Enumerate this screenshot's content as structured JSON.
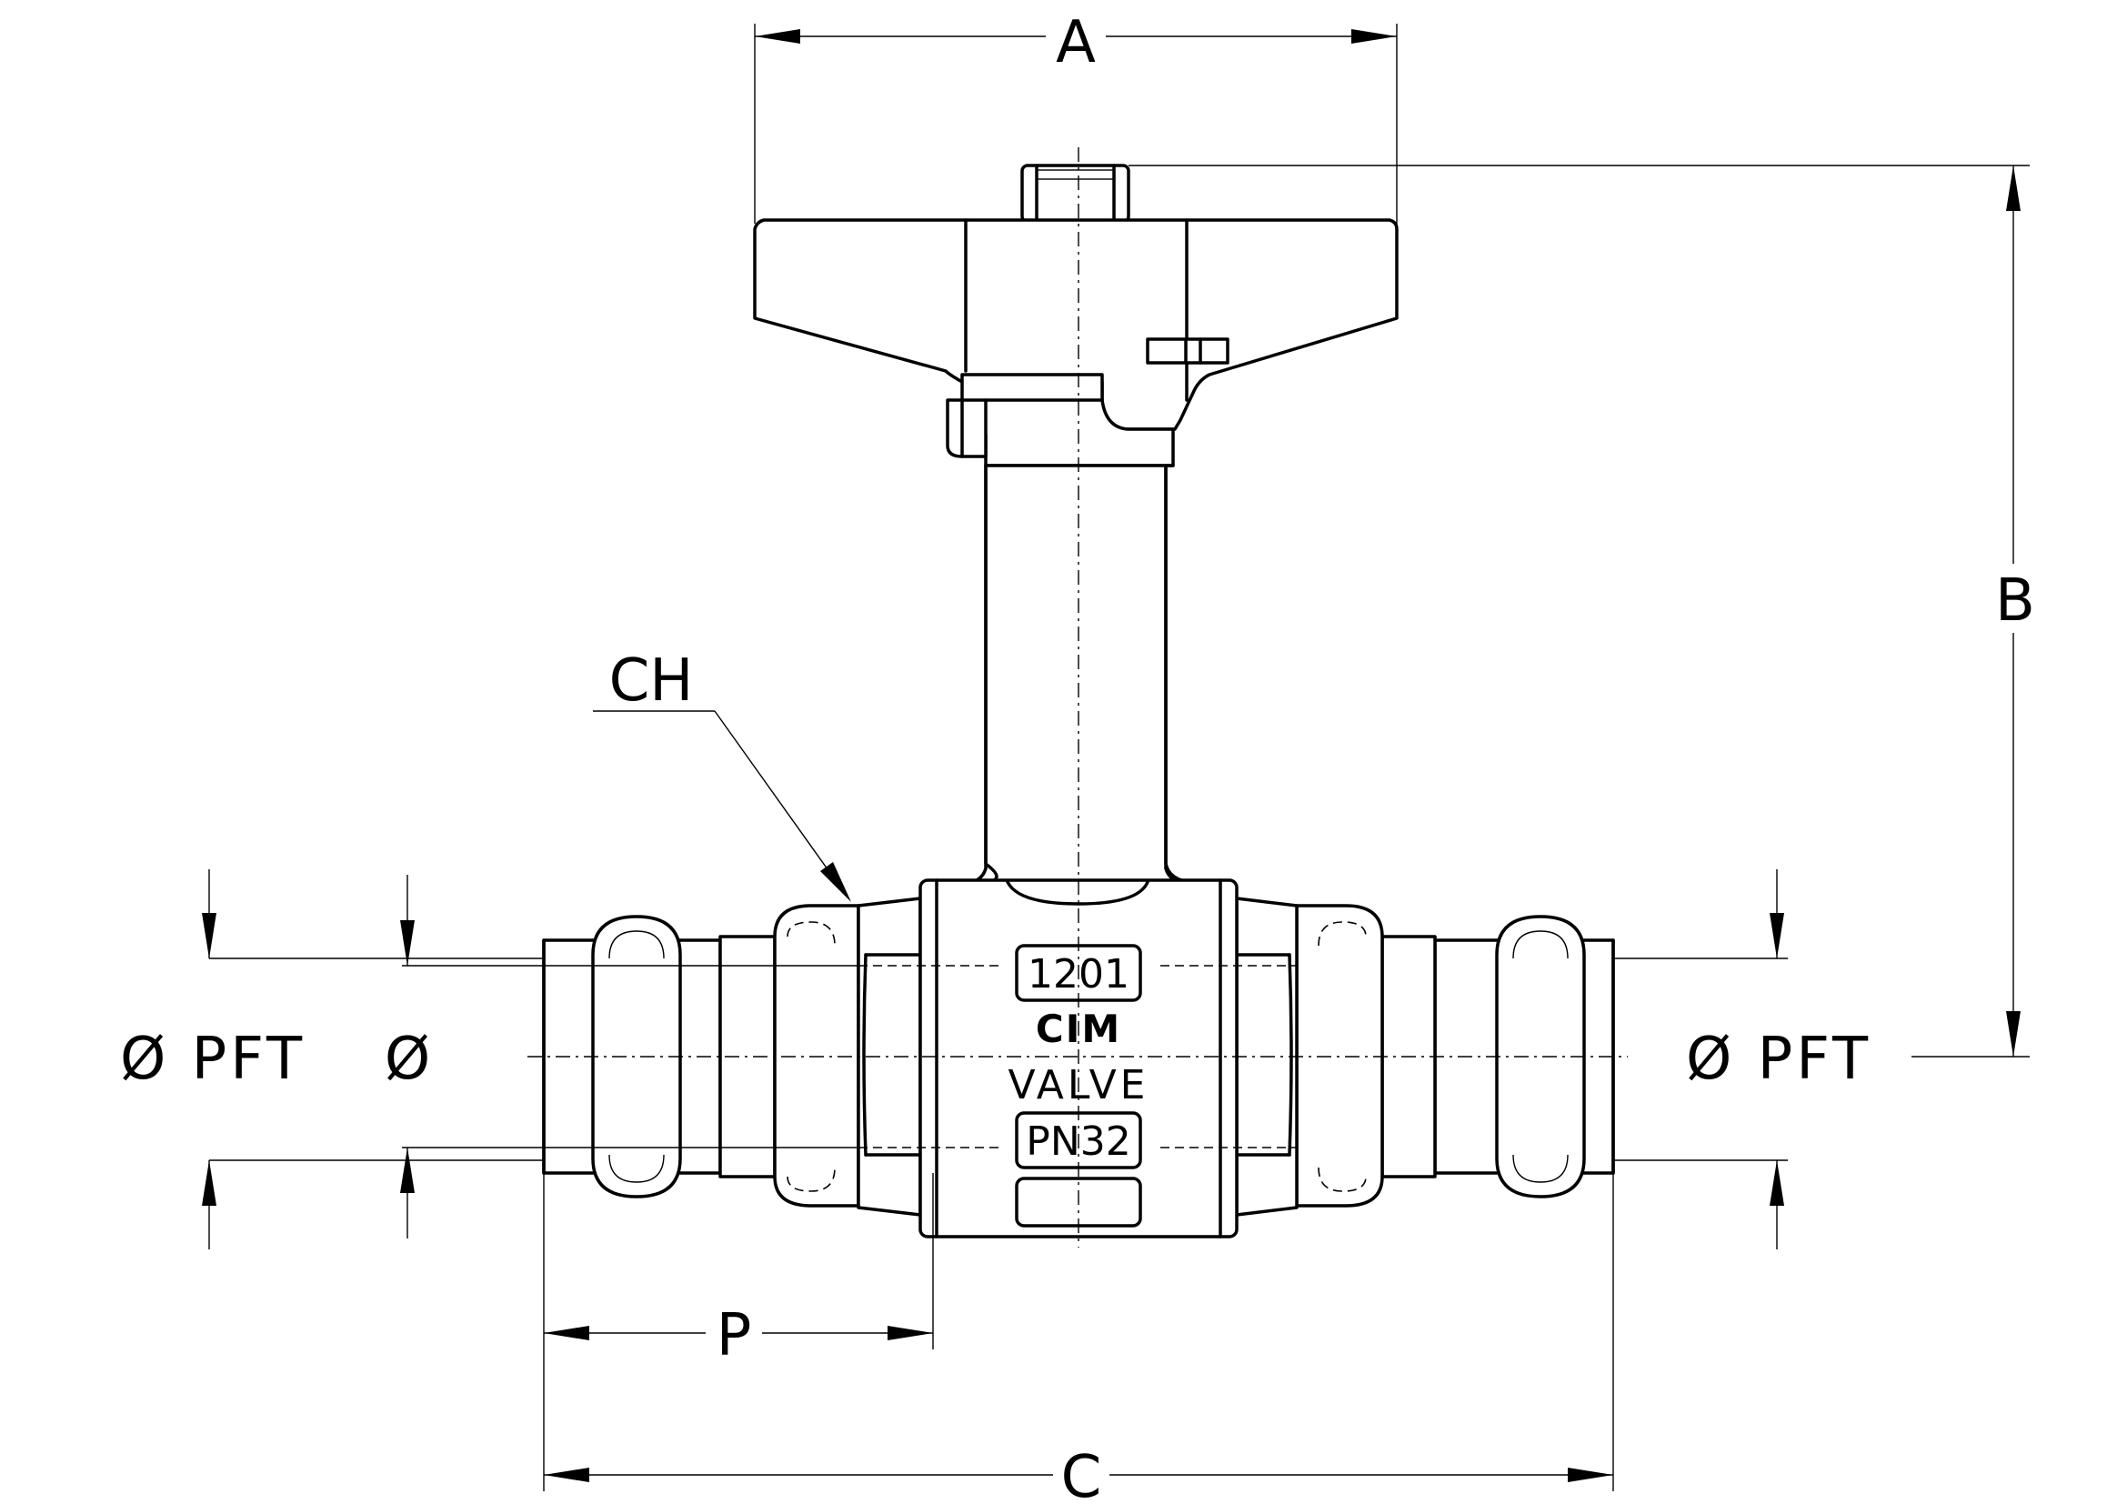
{
  "dimensions": {
    "A": "A",
    "B": "B",
    "C": "C",
    "P": "P",
    "CH": "CH"
  },
  "left_labels": {
    "pft": "Ø PFT",
    "dia": "Ø"
  },
  "right_labels": {
    "pft": "Ø PFT"
  },
  "body_marking": {
    "code": "1201",
    "brand": "CIM",
    "type": "VALVE",
    "pressure": "PN32"
  }
}
